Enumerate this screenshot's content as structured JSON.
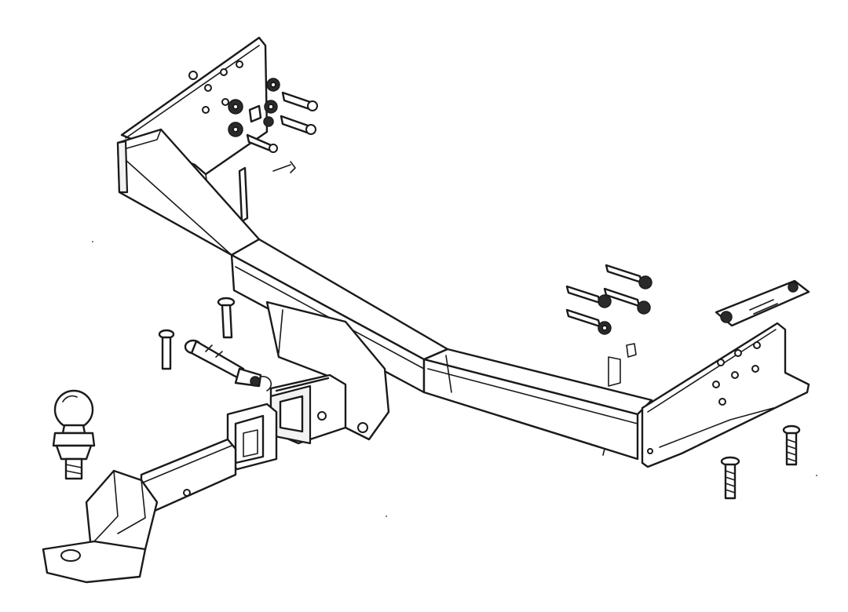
{
  "diagram": {
    "parts": [
      {
        "id": "crossbar",
        "icon": "tow-bar-crossbar"
      },
      {
        "id": "left-bracket",
        "icon": "mounting-bracket"
      },
      {
        "id": "right-bracket",
        "icon": "mounting-bracket"
      },
      {
        "id": "receiver",
        "icon": "hitch-receiver"
      },
      {
        "id": "drawbar",
        "icon": "ball-mount-drawbar"
      },
      {
        "id": "tow-ball",
        "icon": "tow-ball"
      },
      {
        "id": "hitch-pin",
        "icon": "hitch-pin"
      },
      {
        "id": "bolt-set",
        "icon": "bolt"
      }
    ],
    "line_color": "#1a1a1a",
    "background_color": "#ffffff"
  }
}
